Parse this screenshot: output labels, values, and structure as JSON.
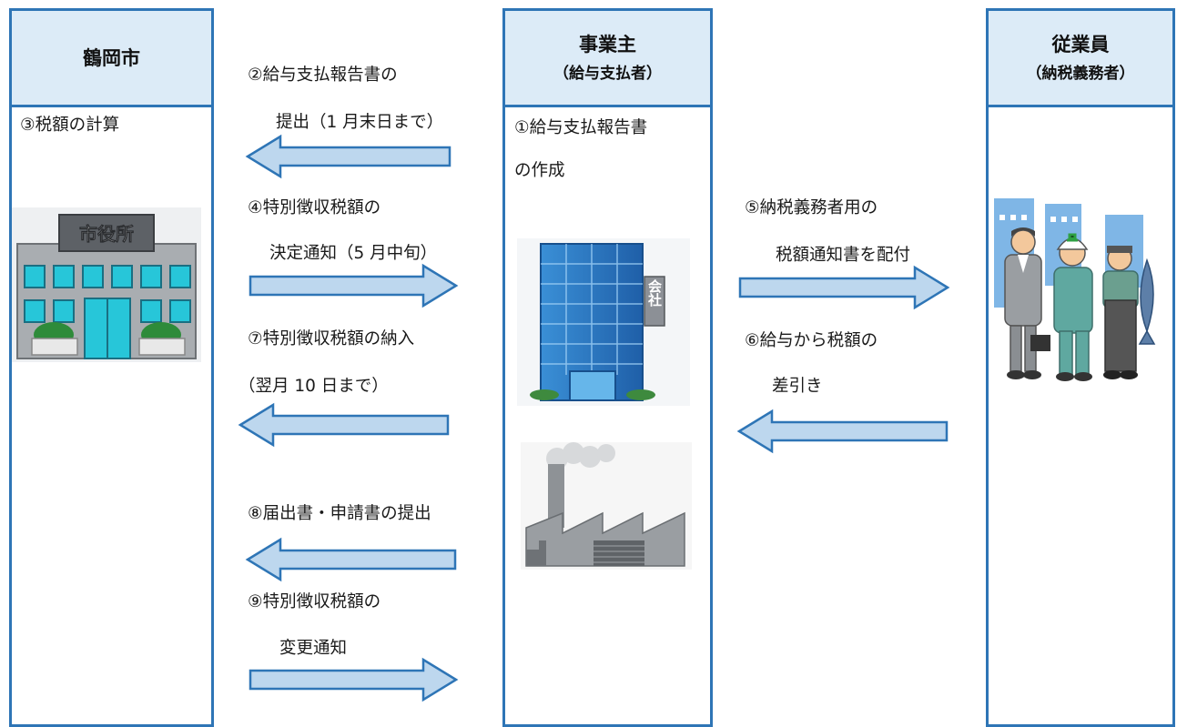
{
  "columns": {
    "city": {
      "title": "鶴岡市"
    },
    "employer": {
      "title": "事業主",
      "subtitle": "（給与支払者）"
    },
    "employee": {
      "title": "従業員",
      "subtitle": "（納税義務者）"
    }
  },
  "steps": {
    "s1": {
      "line1": "①給与支払報告書",
      "line2": "の作成"
    },
    "s2": {
      "line1": "②給与支払報告書の",
      "line2": "提出（1 月末日まで）"
    },
    "s3": {
      "line1": "③税額の計算"
    },
    "s4": {
      "line1": "④特別徴収税額の",
      "line2": "決定通知（5 月中旬）"
    },
    "s5": {
      "line1": "⑤納税義務者用の",
      "line2": "税額通知書を配付"
    },
    "s6": {
      "line1": "⑥給与から税額の",
      "line2": "差引き"
    },
    "s7": {
      "line1": "⑦特別徴収税額の納入",
      "line2": "（翌月 10 日まで）"
    },
    "s8": {
      "line1": "⑧届出書・申請書の提出"
    },
    "s9": {
      "line1": "⑨特別徴収税額の",
      "line2": "変更通知"
    }
  },
  "illustrations": {
    "city_hall_sign": "市役所",
    "company_sign": "会社"
  },
  "colors": {
    "border": "#2e75b6",
    "header_fill": "#dcebf7",
    "arrow_fill": "#bdd7ee",
    "arrow_stroke": "#2e75b6"
  },
  "arrows": {
    "s2": "left",
    "s4": "right",
    "s5": "right",
    "s6": "left",
    "s7": "left",
    "s8": "left",
    "s9": "right"
  }
}
